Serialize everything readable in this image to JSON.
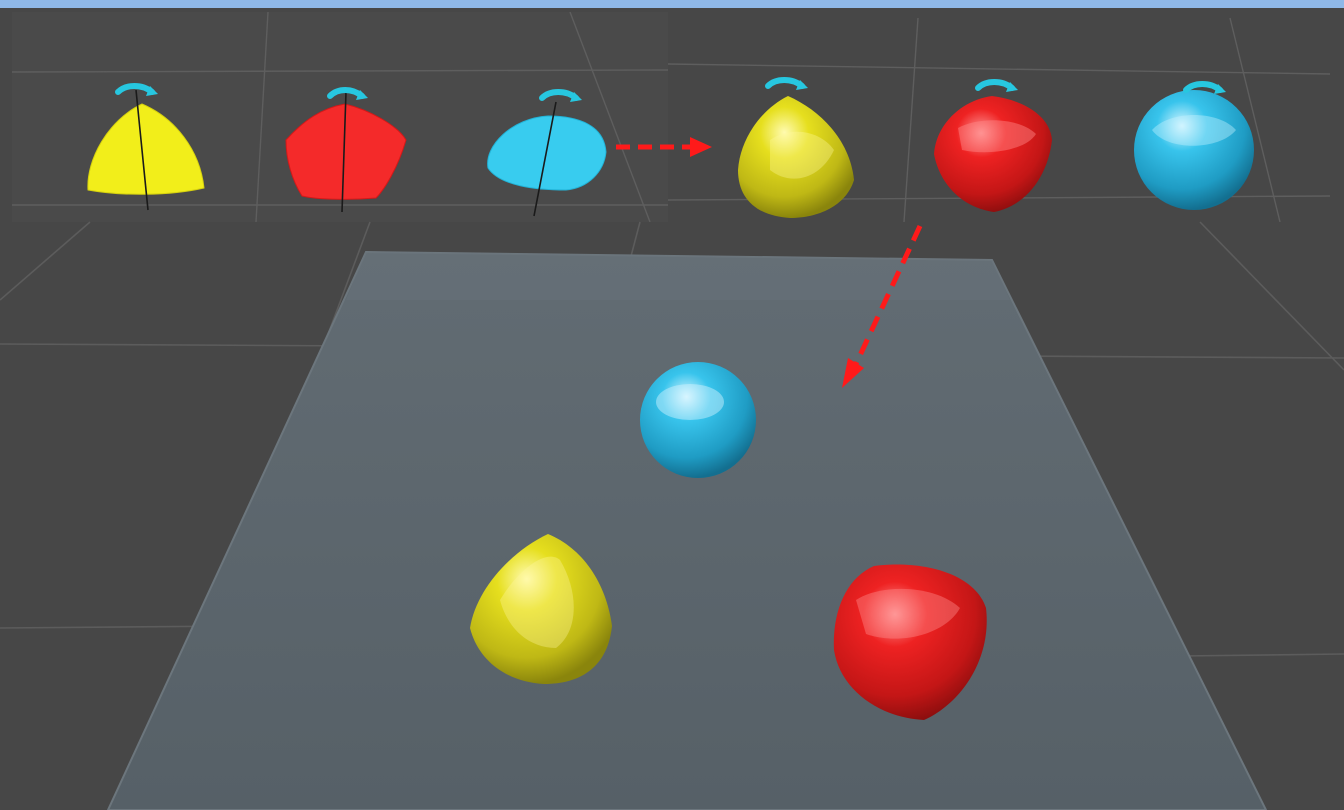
{
  "scene": {
    "colors": {
      "background": "#474747",
      "grid_line": "#5e5e5e",
      "floor_plane": "#5b656c",
      "yellow": "#ecec1e",
      "red": "#f02020",
      "cyan": "#30c8ef",
      "gizmo": "#27c7e0",
      "arrow": "#ff1a1a",
      "window_strip": "#8fb8e8"
    },
    "panels": [
      {
        "name": "before-panel",
        "shading": "flat",
        "objects": [
          "yellow-soft-body",
          "red-soft-body",
          "cyan-soft-body"
        ],
        "has_rotation_gizmo": true
      },
      {
        "name": "after-panel",
        "shading": "reflective",
        "objects": [
          "yellow-soft-body",
          "red-soft-body",
          "cyan-soft-body"
        ],
        "has_rotation_gizmo": true
      },
      {
        "name": "floor-panel",
        "shading": "reflective",
        "objects": [
          "cyan-soft-body",
          "yellow-soft-body",
          "red-soft-body"
        ],
        "has_rotation_gizmo": false
      }
    ],
    "arrows": [
      {
        "name": "arrow-before-to-after",
        "style": "dashed",
        "direction": "right"
      },
      {
        "name": "arrow-after-to-floor",
        "style": "dashed",
        "direction": "down-left"
      }
    ]
  }
}
